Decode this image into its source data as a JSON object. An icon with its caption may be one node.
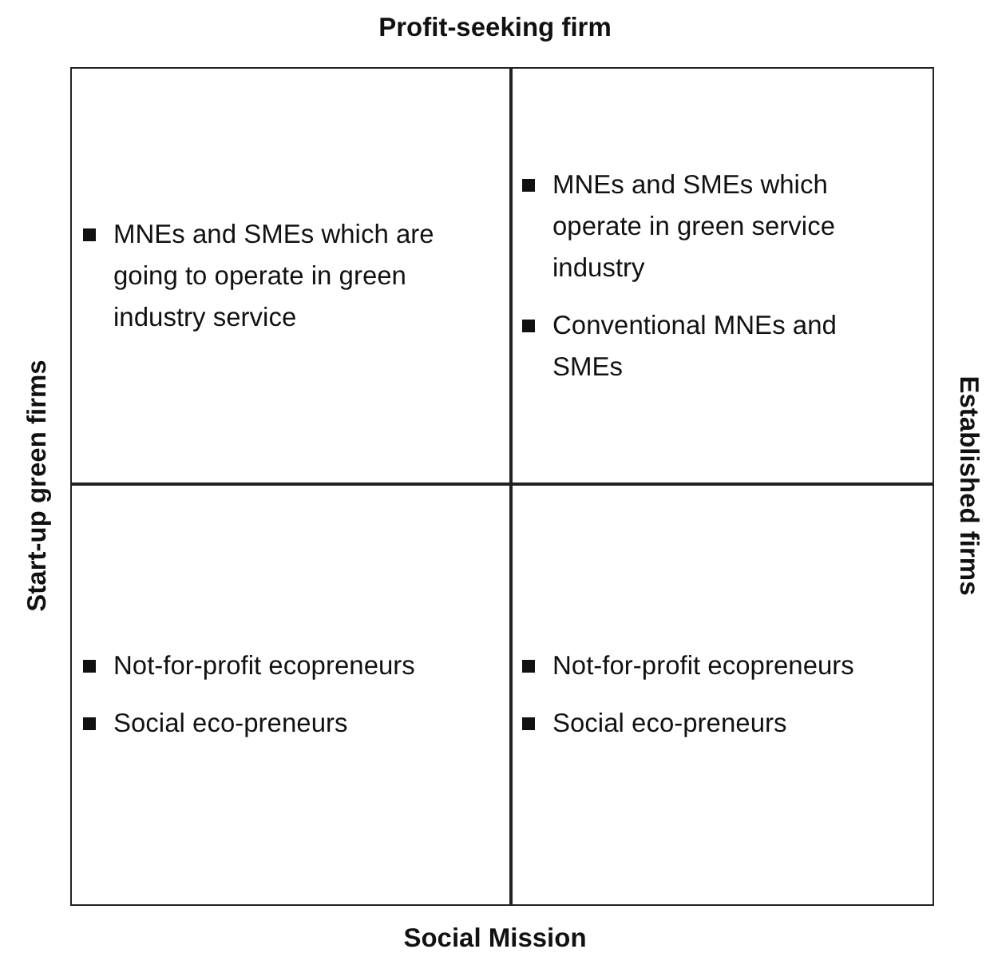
{
  "diagram": {
    "nodes": [
      {
        "text": [
          "MNEs and SMEs which are going to operate in green industry service"
        ]
      },
      {
        "text": [
          "MNEs and SMEs which operate in green service industry",
          "Conventional MNEs and SMEs"
        ]
      },
      {
        "text": [
          "Not-for-profit ecopreneurs",
          "Social eco-preneurs"
        ]
      },
      {
        "text": [
          "Not-for-profit ecopreneurs",
          "Social eco-preneurs"
        ]
      }
    ],
    "edges": [],
    "labels": [
      "Profit-seeking firm",
      "Start-up green firms",
      "Established firms",
      "Social Mission"
    ]
  }
}
